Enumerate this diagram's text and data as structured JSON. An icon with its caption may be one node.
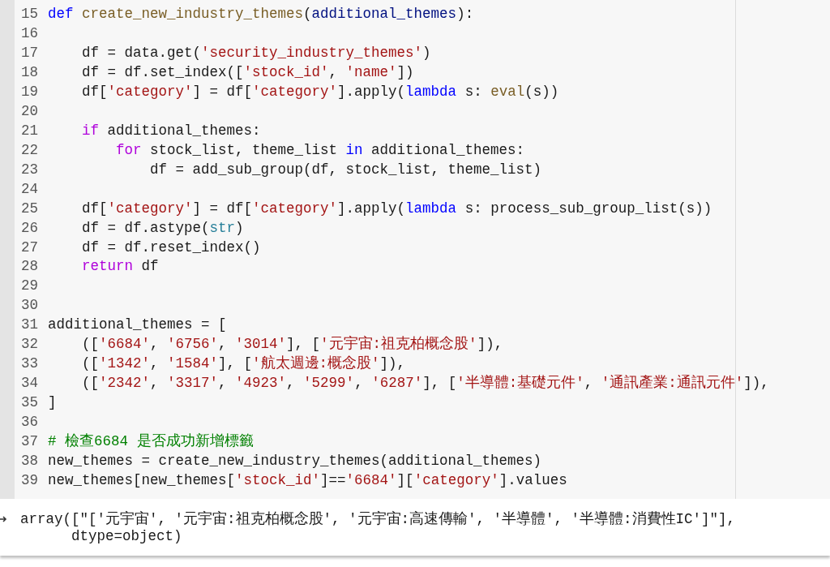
{
  "diagram": {
    "labels": [
      "15",
      "def create_new_industry_themes(additional_themes):",
      "16",
      "17",
      "df = data.get('security_industry_themes')",
      "18",
      "df = df.set_index(['stock_id', 'name'])",
      "19",
      "df['category'] = df['category'].apply(lambda s: eval(s))",
      "20",
      "21",
      "if additional_themes:",
      "22",
      "for stock_list, theme_list in additional_themes:",
      "23",
      "df = add_sub_group(df, stock_list, theme_list)",
      "24",
      "25",
      "df['category'] = df['category'].apply(lambda s: process_sub_group_list(s))",
      "26",
      "df = df.astype(str)",
      "27",
      "df = df.reset_index()",
      "28",
      "return df",
      "29",
      "30",
      "31",
      "additional_themes = [",
      "32",
      "(['6684', '6756', '3014'], ['元宇宙:祖克柏概念股']),",
      "33",
      "(['1342', '1584'], ['航太週邊:概念股']),",
      "34",
      "(['2342', '3317', '4923', '5299', '6287'], ['半導體:基礎元件', '通訊產業:通訊元件']),",
      "35",
      "]",
      "36",
      "37",
      "# 檢查6684 是否成功新增標籤",
      "38",
      "new_themes = create_new_industry_themes(additional_themes)",
      "39",
      "new_themes[new_themes['stock_id']=='6684']['category'].values",
      "array([\"['元宇宙', '元宇宙:祖克柏概念股', '元宇宙:高速傳輸', '半導體', '半導體:消費性IC']\"],",
      "dtype=object)"
    ]
  }
}
